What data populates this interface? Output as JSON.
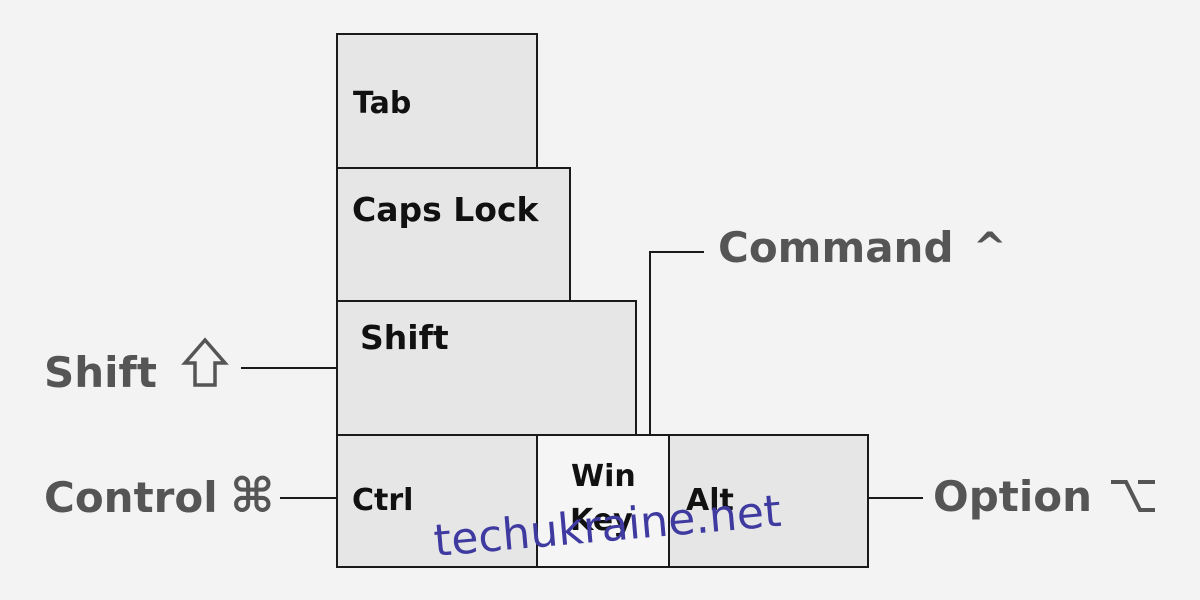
{
  "keys": {
    "tab": "Tab",
    "caps_lock": "Caps Lock",
    "shift": "Shift",
    "ctrl": "Ctrl",
    "win_key_line1": "Win",
    "win_key_line2": "Key",
    "alt": "Alt"
  },
  "mac_labels": {
    "shift": "Shift",
    "control": "Control",
    "command": "Command",
    "option": "Option"
  },
  "icons": {
    "shift": "shift-arrow-icon",
    "control": "command-symbol-icon",
    "command": "caret-icon",
    "option": "option-symbol-icon"
  },
  "watermark": "techukraine.net"
}
